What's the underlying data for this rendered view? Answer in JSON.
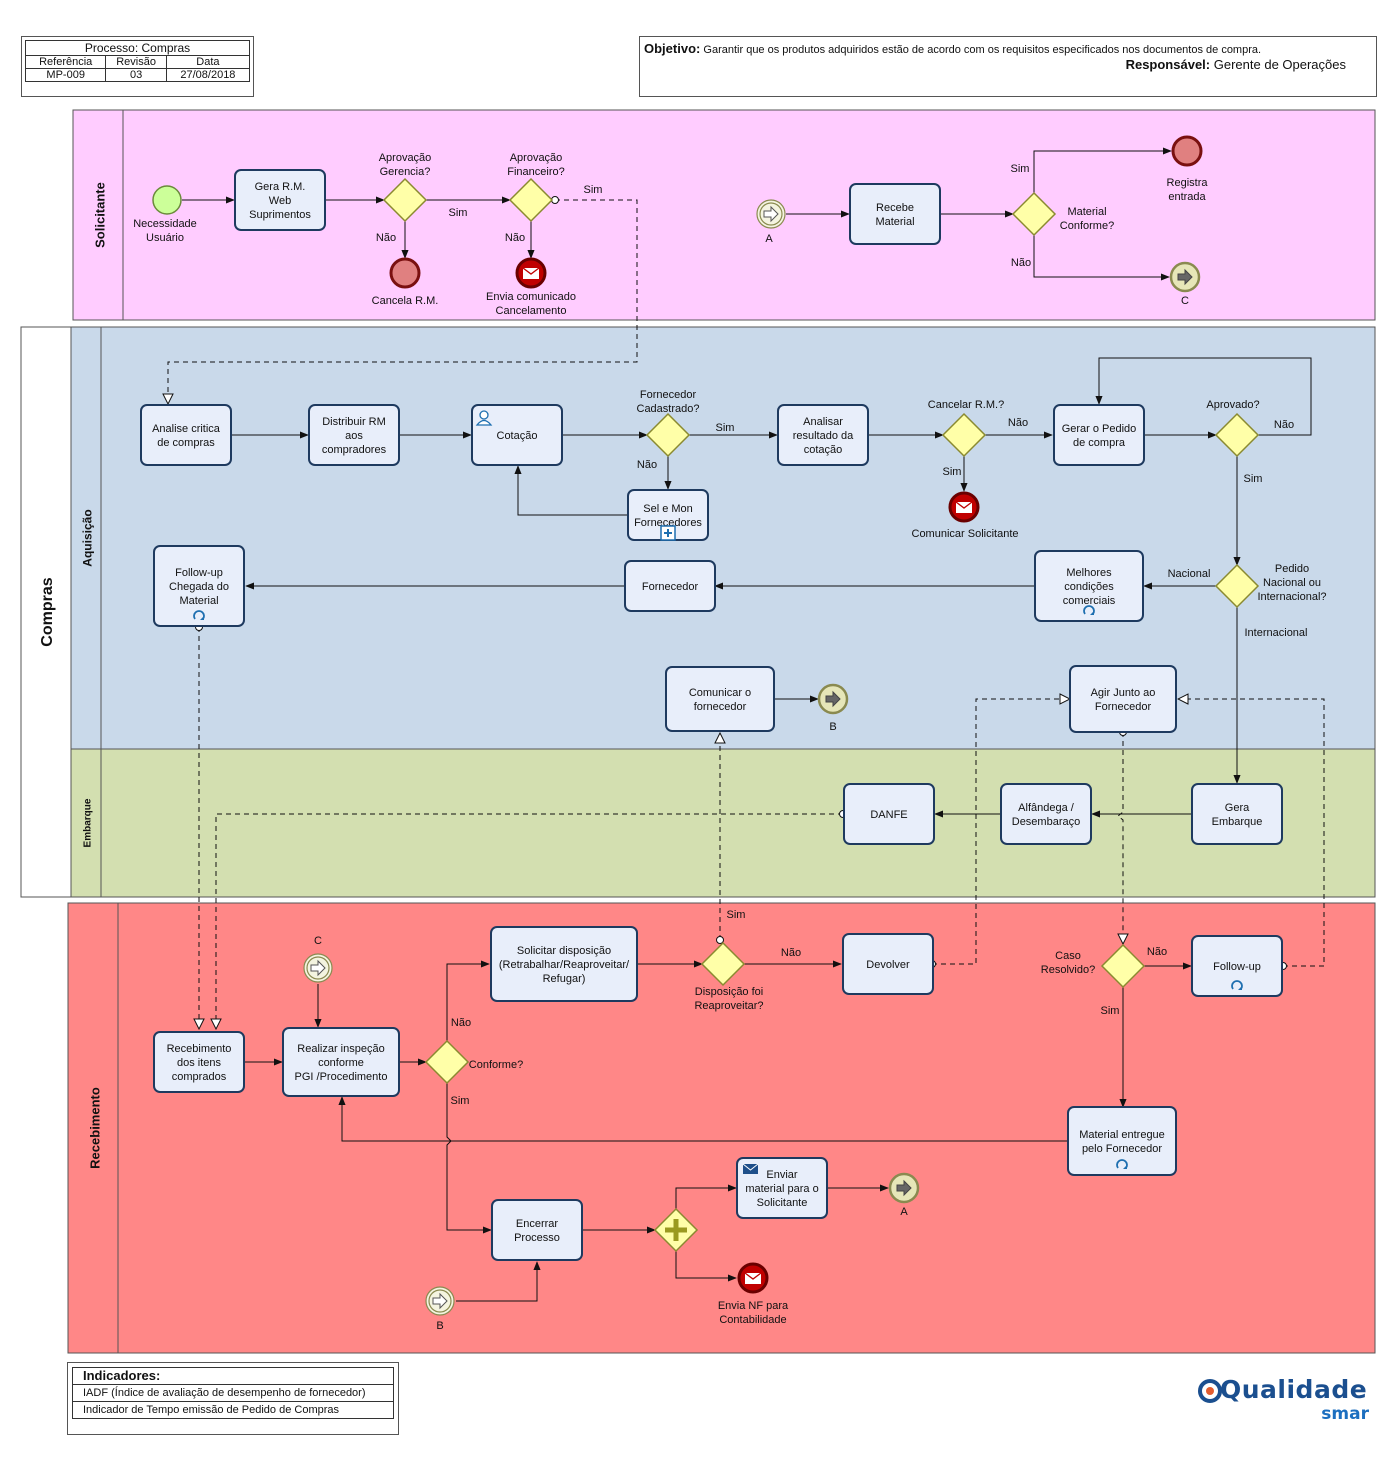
{
  "header": {
    "process_title": "Processo: Compras",
    "col_ref": "Referência",
    "col_rev": "Revisão",
    "col_date": "Data",
    "ref": "MP-009",
    "rev": "03",
    "date": "27/08/2018",
    "objective_label": "Objetivo:",
    "objective_text": "Garantir que os produtos adquiridos estão de acordo com os requisitos especificados nos documentos de compra.",
    "responsible_label": "Responsável:",
    "responsible_text": "Gerente de Operações"
  },
  "pools": {
    "solicitante": "Solicitante",
    "compras": "Compras",
    "aquisicao": "Aquisição",
    "embarque": "Embarque",
    "recebimento": "Recebimento"
  },
  "colors": {
    "solicitante": "#ffccff",
    "aquisicao": "#c9d9ea",
    "embarque": "#d3dfb0",
    "recebimento": "#ff8787",
    "task_fill": "#e8eefa",
    "task_stroke": "#1e3a5f",
    "gateway": "#ffffa8",
    "start": "#ccff99",
    "end": "#e08080",
    "message_end": "#c00000"
  },
  "tasks": {
    "gera_rm": "Gera R.M.\nWeb\nSuprimentos",
    "recebe_material": "Recebe\nMaterial",
    "analise_critica": "Analise critica\nde compras",
    "distribuir_rm": "Distribuir RM\naos\ncompradores",
    "cotacao": "Cotação",
    "sel_mon": "Sel e Mon\nFornecedores",
    "analisar_resultado": "Analisar\nresultado da\ncotação",
    "gerar_pedido": "Gerar o Pedido\nde compra",
    "followup_chegada": "Follow-up\nChegada do\nMaterial",
    "fornecedor": "Fornecedor",
    "melhores_condicoes": "Melhores\ncondições\ncomerciais",
    "comunicar_fornecedor": "Comunicar  o\nfornecedor",
    "agir_junto": "Agir Junto ao\nFornecedor",
    "danfe": "DANFE",
    "alfandega": "Alfândega /\nDesembaraço",
    "gera_embarque": "Gera\nEmbarque",
    "solicitar_disposicao": "Solicitar disposição\n(Retrabalhar/Reaproveitar/\nRefugar)",
    "devolver": "Devolver",
    "followup_rec": "Follow-up",
    "recebimento_itens": "Recebimento\ndos  itens\ncomprados",
    "realizar_inspecao": "Realizar inspeção\nconforme\nPGI /Procedimento",
    "material_entregue": "Material entregue\npelo  Fornecedor",
    "enviar_material": "Enviar\nmaterial para o\nSolicitante",
    "encerrar_processo": "Encerrar\nProcesso"
  },
  "events": {
    "necessidade": "Necessidade\nUsuário",
    "cancela_rm": "Cancela R.M.",
    "envia_comunicado": "Envia comunicado\nCancelamento",
    "link_a_in": "A",
    "registra_entrada": "Registra\nentrada",
    "link_c_out": "C",
    "comunicar_solicitante": "Comunicar Solicitante",
    "link_b_out": "B",
    "link_c_in": "C",
    "link_a_out": "A",
    "envia_nf": "Envia NF para\nContabilidade",
    "link_b_in": "B"
  },
  "gateways": {
    "aprov_gerencia": "Aprovação\nGerencia?",
    "aprov_financeiro": "Aprovação\nFinanceiro?",
    "material_conforme": "Material\nConforme?",
    "fornecedor_cadastrado": "Fornecedor\nCadastrado?",
    "cancelar_rm": "Cancelar R.M.?",
    "aprovado": "Aprovado?",
    "pedido_nac_int": "Pedido\nNacional ou\nInternacional?",
    "disposicao_reaproveitar": "Disposição foi\nReaproveitar?",
    "caso_resolvido": "Caso\nResolvido?",
    "conforme": "Conforme?"
  },
  "flow_labels": {
    "sim": "Sim",
    "nao": "Não",
    "nacional": "Nacional",
    "internacional": "Internacional"
  },
  "indicators": {
    "title": "Indicadores:",
    "items": [
      "IADF (Índice de avaliação de desempenho de fornecedor)",
      "Indicador de Tempo emissão de Pedido de Compras"
    ]
  },
  "logo": {
    "line1": "Qualidade",
    "line2": "smar"
  }
}
